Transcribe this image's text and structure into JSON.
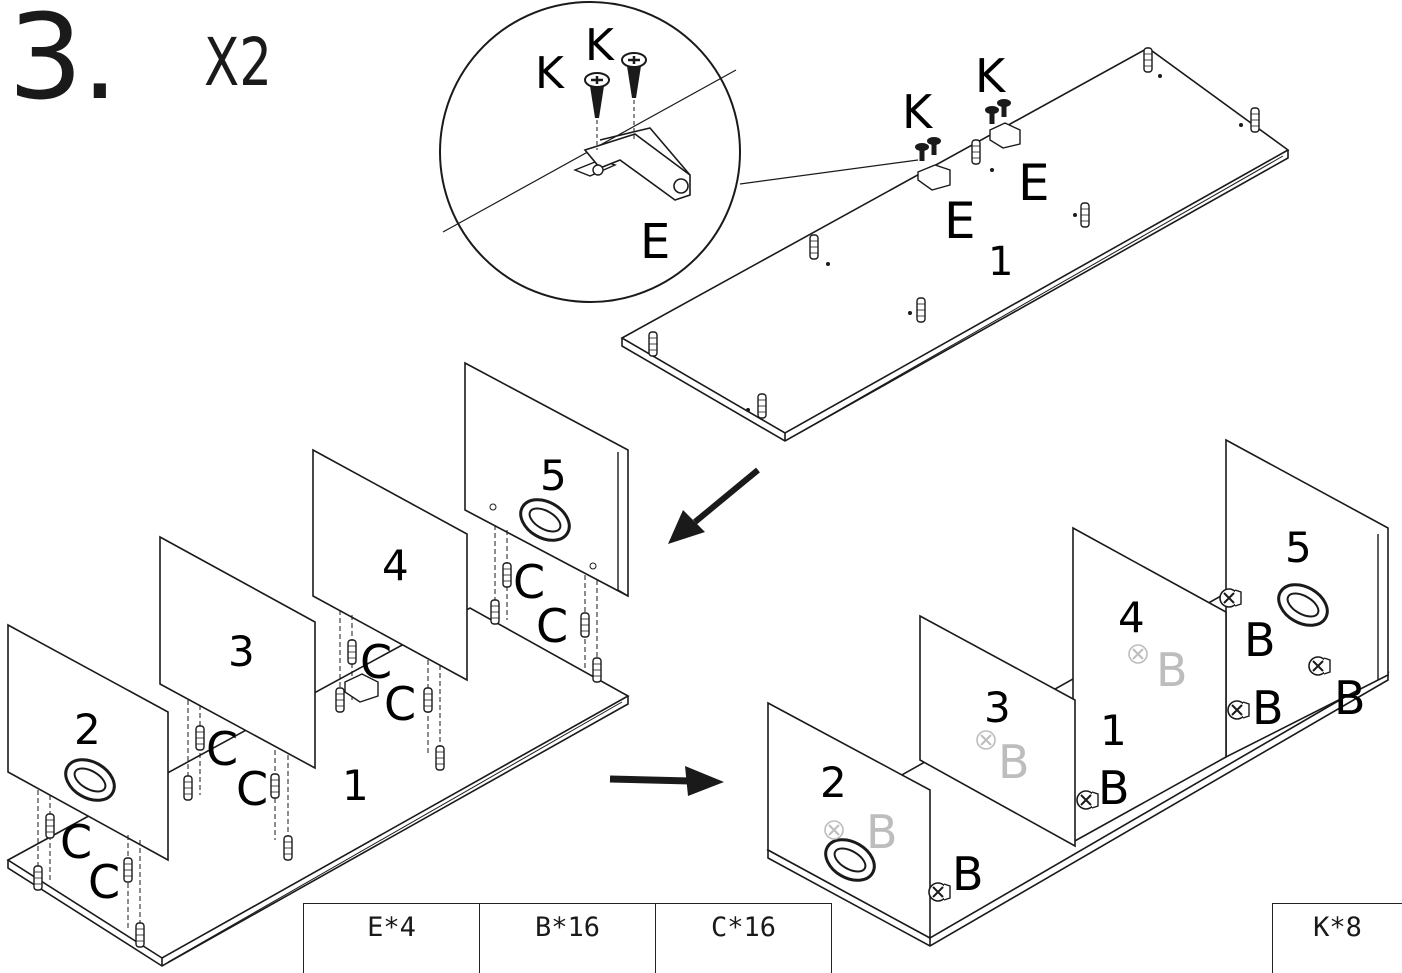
{
  "step": {
    "number": "3.",
    "quantity": "X2"
  },
  "inset": {
    "labels": {
      "screw_left": "K",
      "screw_right": "K",
      "hinge": "E"
    }
  },
  "top_panel": {
    "labels": {
      "k1": "K",
      "k2": "K",
      "e1": "E",
      "e2": "E",
      "panel": "1"
    }
  },
  "left_assembly": {
    "panels": [
      "2",
      "3",
      "4",
      "5"
    ],
    "base": "1",
    "dowel_label": "C"
  },
  "right_assembly": {
    "panels": [
      "2",
      "3",
      "4",
      "5"
    ],
    "base": "1",
    "cam_label": "B"
  },
  "parts_table": {
    "group1": [
      "E*4",
      "B*16",
      "C*16"
    ],
    "group2": [
      "K*8"
    ]
  },
  "colors": {
    "line": "#1a1a1a",
    "ghost": "#bdbdbd",
    "background": "#ffffff"
  }
}
